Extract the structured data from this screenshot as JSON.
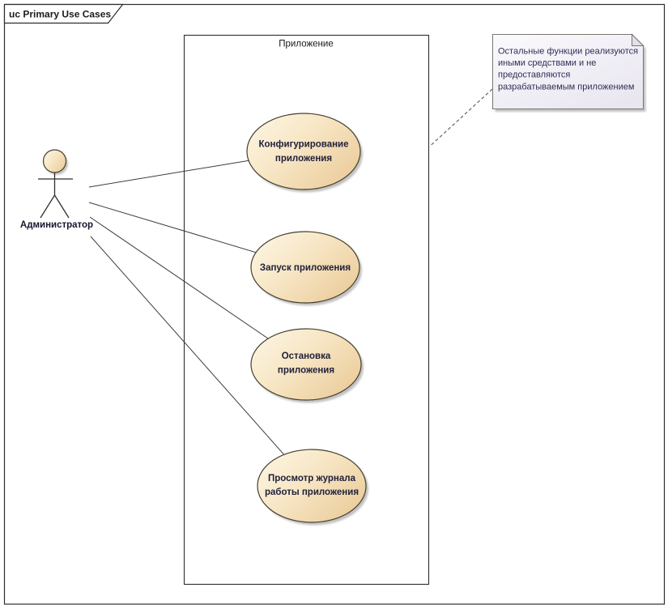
{
  "diagram": {
    "frame_label": "uc Primary Use Cases",
    "boundary_label": "Приложение"
  },
  "actor": {
    "label": "Администратор"
  },
  "use_cases": [
    {
      "label_lines": [
        "Конфигурирование",
        "приложения"
      ]
    },
    {
      "label_lines": [
        "Запуск приложения"
      ]
    },
    {
      "label_lines": [
        "Остановка",
        "приложения"
      ]
    },
    {
      "label_lines": [
        "Просмотр журнала",
        "работы приложения"
      ]
    }
  ],
  "note": {
    "lines": [
      "Остальные функции реализуются",
      "иными средствами и не",
      "предоставляются",
      "разрабатываемым приложением"
    ]
  },
  "colors": {
    "usecase_fill_light": "#fdf6e5",
    "usecase_fill_mid": "#f8e8c8",
    "usecase_fill_dark": "#ecce9e",
    "usecase_border": "#45402c",
    "note_fill_light": "#fbfafd",
    "note_fill_dark": "#e9e6f0",
    "note_border": "#7a776f",
    "note_text": "#2e2e54",
    "connector_line": "#3c3c3c",
    "frame_border": "#2d2d2d",
    "shadow": "#c2c2c2"
  }
}
